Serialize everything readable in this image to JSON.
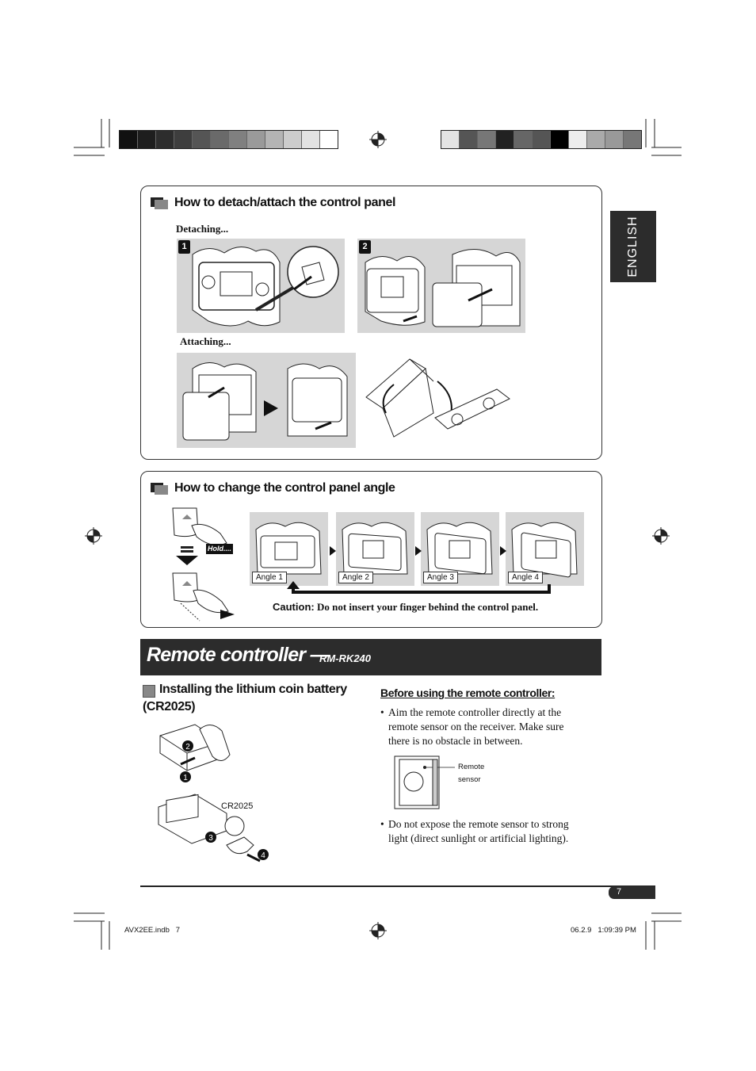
{
  "colors": {
    "left_bar": [
      "#111111",
      "#1e1e1e",
      "#2d2d2d",
      "#3e3e3e",
      "#555555",
      "#6a6a6a",
      "#808080",
      "#9a9a9a",
      "#b4b4b4",
      "#cccccc",
      "#e2e2e2",
      "#ffffff"
    ],
    "right_bar": [
      "#e4e4e4",
      "#555555",
      "#777777",
      "#222222",
      "#666666",
      "#555555",
      "#000000",
      "#ededed",
      "#aaaaaa",
      "#999999",
      "#777777"
    ],
    "banner_bg": "#2c2c2c",
    "illustration_bg": "#d6d6d6"
  },
  "side_tab": {
    "label": "ENGLISH"
  },
  "detach_section": {
    "title": "How to detach/attach the control panel",
    "detaching_label": "Detaching...",
    "attaching_label": "Attaching...",
    "step1": "1",
    "step2": "2"
  },
  "angle_section": {
    "title": "How to change the control panel angle",
    "hold_label": "Hold....",
    "angles": [
      "Angle 1",
      "Angle 2",
      "Angle 3",
      "Angle 4"
    ],
    "caution_label": "Caution:",
    "caution_text": "Do not insert your finger behind the control panel."
  },
  "banner": {
    "title": "Remote controller —",
    "model": "RM-RK240"
  },
  "battery_section": {
    "title_line1": "Installing the lithium coin battery",
    "title_line2": "(CR2025)",
    "battery_label": "CR2025",
    "steps": [
      "1",
      "2",
      "3",
      "4"
    ]
  },
  "before_using": {
    "title": "Before using the remote controller:",
    "bullet1_lines": [
      "Aim the remote controller directly at the",
      "remote sensor on the receiver. Make sure",
      "there is no obstacle in between."
    ],
    "sensor_label_line1": "Remote",
    "sensor_label_line2": "sensor",
    "bullet2_lines": [
      "Do not expose the remote sensor to strong",
      "light (direct sunlight or artificial lighting)."
    ]
  },
  "page_number": "7",
  "footer": {
    "file": "AVX2EE.indb   7",
    "timestamp": "06.2.9   1:09:39 PM"
  }
}
